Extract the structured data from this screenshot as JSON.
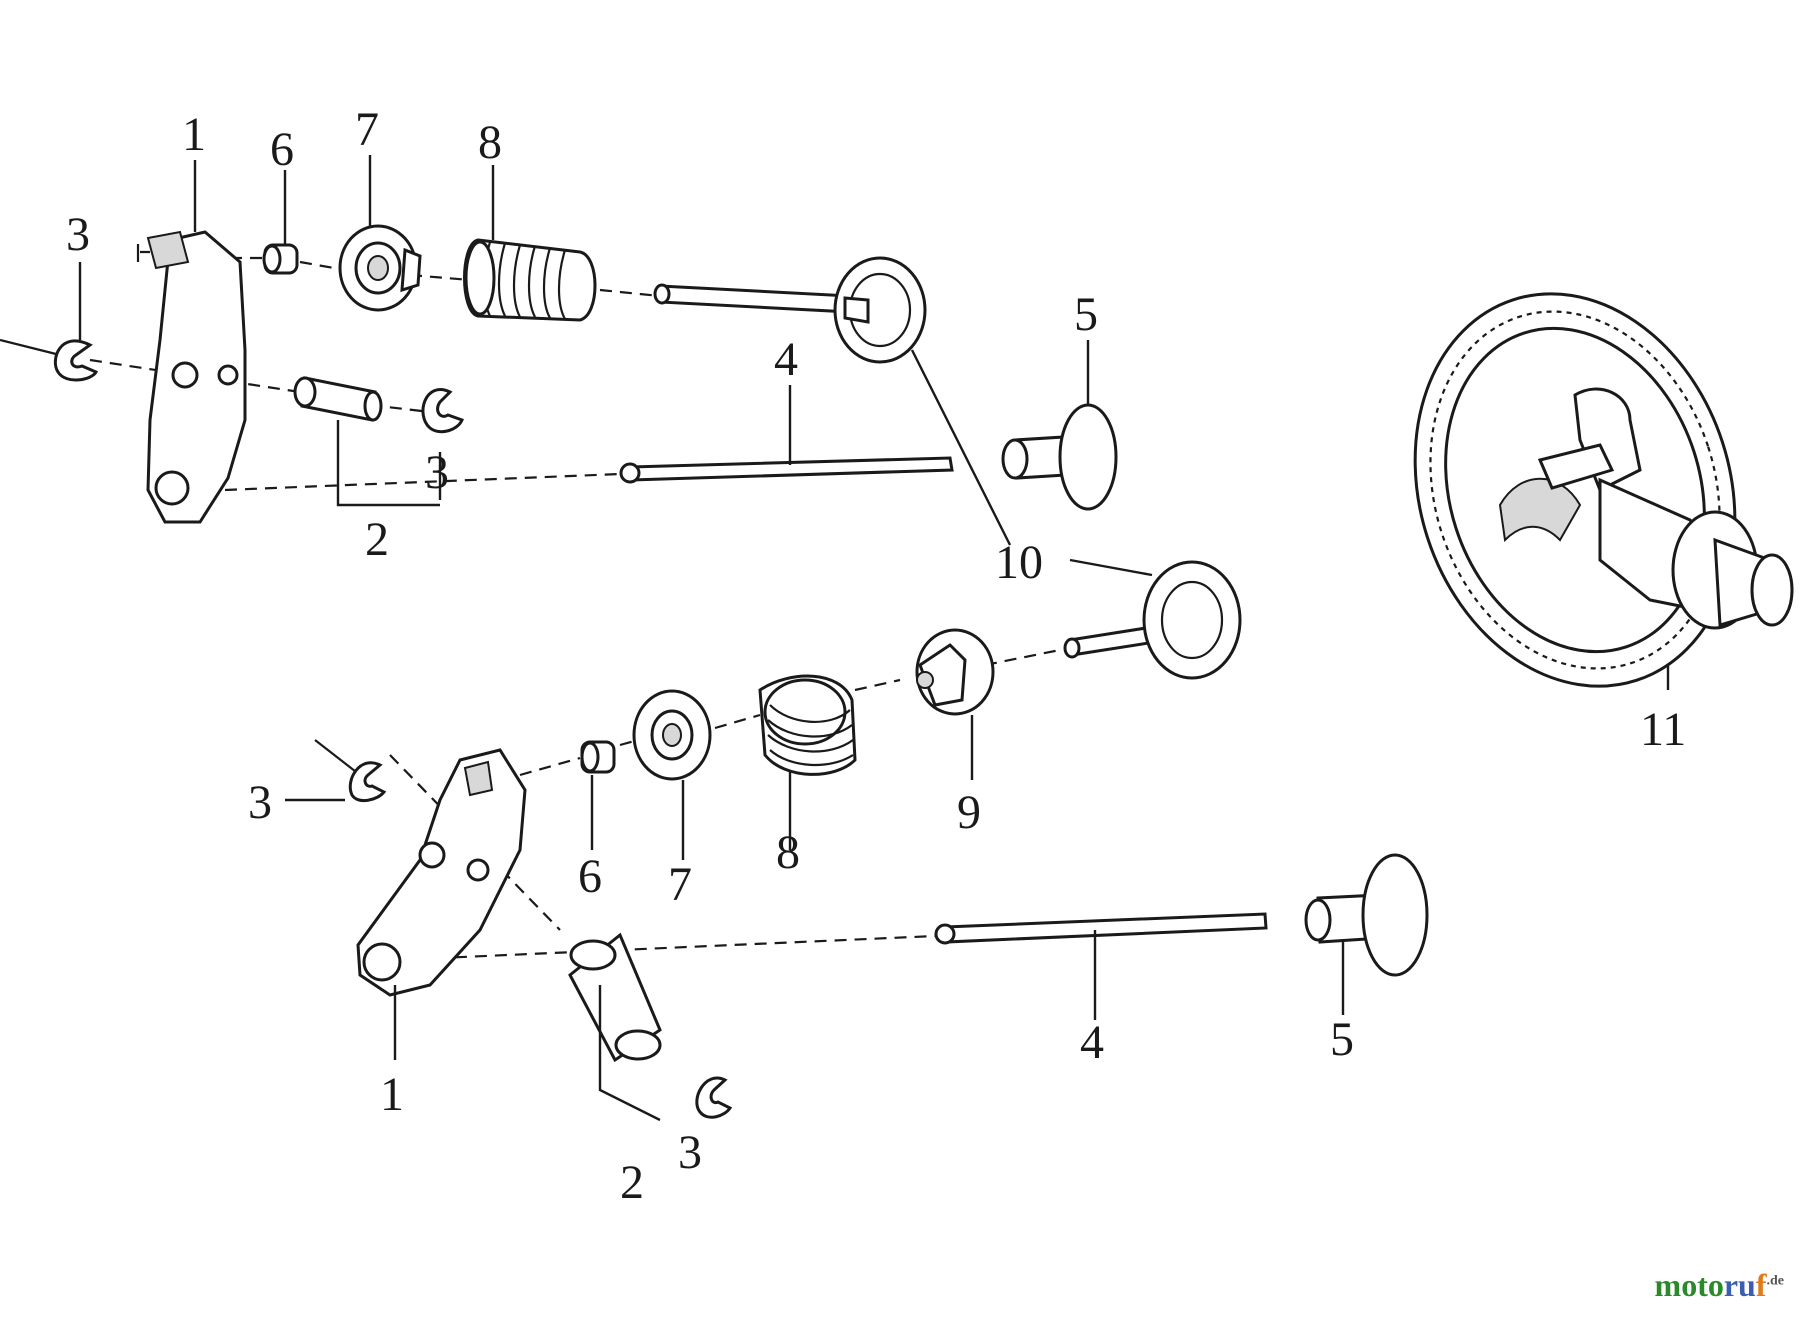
{
  "watermark": {
    "brand": "moto",
    "brand_mid": "ru",
    "brand_end": "f",
    "tld": ".de"
  },
  "callouts": {
    "top_1": "1",
    "top_6": "6",
    "top_7": "7",
    "top_8": "8",
    "top_3a": "3",
    "top_3b": "3",
    "top_2": "2",
    "top_4": "4",
    "top_5": "5",
    "mid_10": "10",
    "cam_11": "11",
    "bot_3a": "3",
    "bot_6": "6",
    "bot_7": "7",
    "bot_8": "8",
    "bot_9": "9",
    "bot_1": "1",
    "bot_2": "2",
    "bot_3b": "3",
    "bot_4": "4",
    "bot_5": "5"
  }
}
